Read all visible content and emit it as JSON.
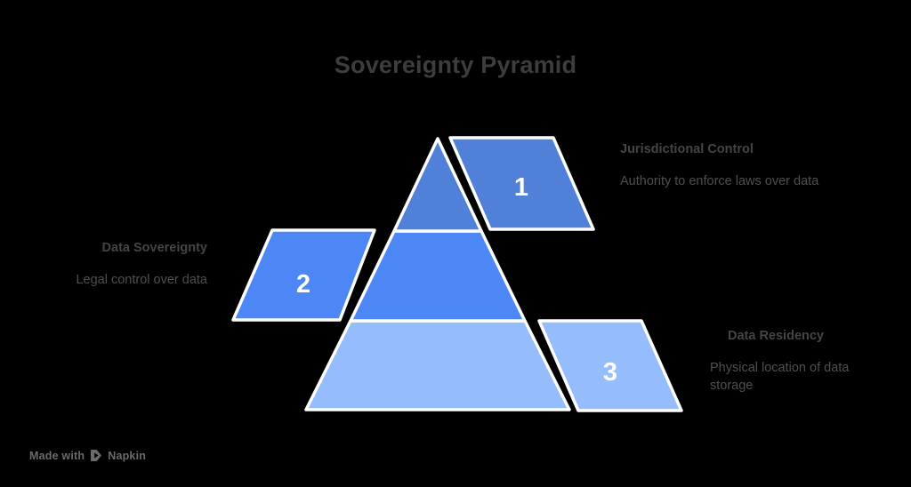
{
  "page": {
    "title": "Sovereignty Pyramid",
    "background_color": "#000000",
    "title_color": "#3d3d3d"
  },
  "palette": {
    "level_1": "#5080d8",
    "level_2": "#4d87f5",
    "level_3": "#95bcfb",
    "stroke": "#ffffff",
    "number_color": "#ffffff",
    "text_color": "#4a4a4a"
  },
  "chart_data": {
    "type": "pyramid",
    "title": "Sovereignty Pyramid",
    "levels": [
      {
        "number": "1",
        "title": "Jurisdictional Control",
        "description": "Authority to enforce laws over data",
        "color": "#5080d8",
        "position": "top-right"
      },
      {
        "number": "2",
        "title": "Data Sovereignty",
        "description": "Legal control over data",
        "color": "#4d87f5",
        "position": "middle-left"
      },
      {
        "number": "3",
        "title": "Data Residency",
        "description": "Physical location of data storage",
        "color": "#95bcfb",
        "position": "bottom-right"
      }
    ]
  },
  "watermark": {
    "prefix": "Made with",
    "brand": "Napkin",
    "logo_icon": "napkin-logo-icon"
  }
}
